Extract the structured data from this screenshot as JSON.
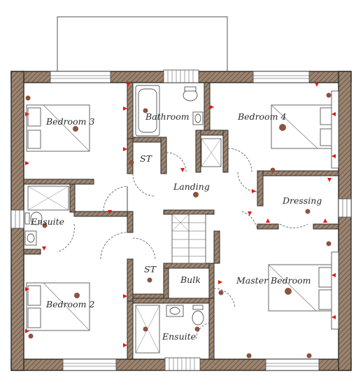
{
  "floorplan": {
    "rooms": [
      {
        "id": "bedroom-3",
        "label": "Bedroom 3"
      },
      {
        "id": "bathroom",
        "label": "Bathroom"
      },
      {
        "id": "bedroom-4",
        "label": "Bedroom 4"
      },
      {
        "id": "st-upper",
        "label": "ST"
      },
      {
        "id": "landing",
        "label": "Landing"
      },
      {
        "id": "dressing",
        "label": "Dressing"
      },
      {
        "id": "ensuite-left",
        "label": "Ensuite"
      },
      {
        "id": "st-lower",
        "label": "ST"
      },
      {
        "id": "bulk",
        "label": "Bulk"
      },
      {
        "id": "master-bedroom",
        "label": "Master Bedroom"
      },
      {
        "id": "bedroom-2",
        "label": "Bedroom 2"
      },
      {
        "id": "ensuite-bottom",
        "label": "Ensuite"
      }
    ],
    "colors": {
      "wall_fill": "#9b8470",
      "wall_outline": "#2b2b2b",
      "light_fitting": "#8a5440",
      "socket_marker": "#e01818",
      "background": "#ffffff"
    }
  }
}
